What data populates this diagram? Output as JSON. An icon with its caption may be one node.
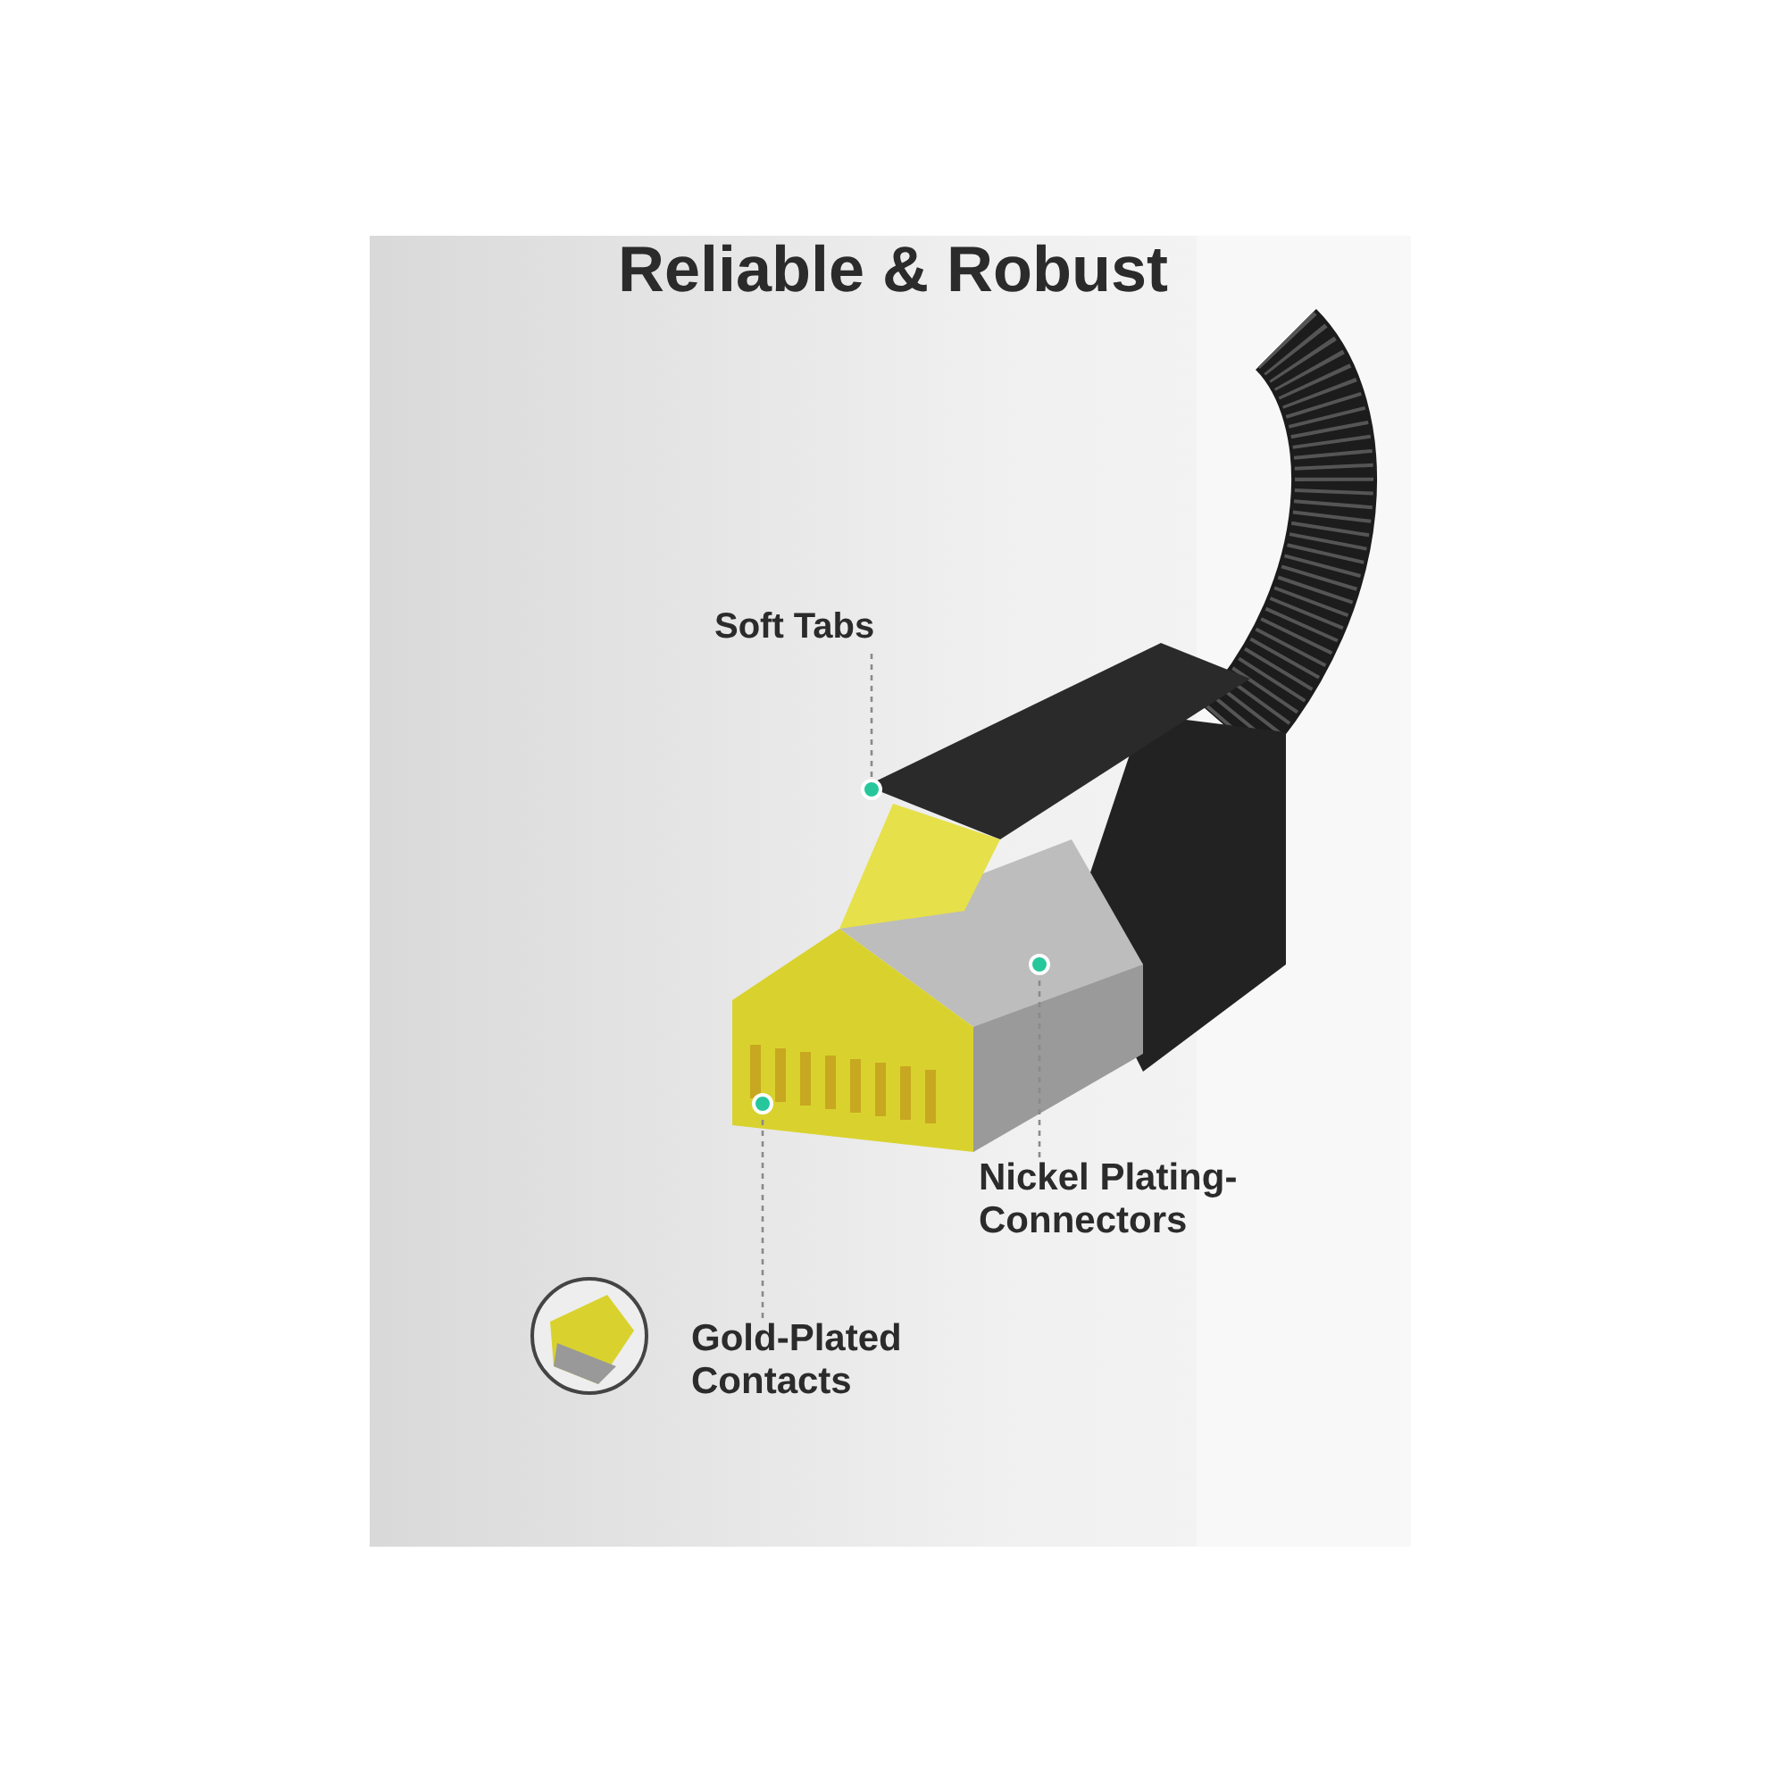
{
  "diagram": {
    "title": "Reliable & Robust",
    "nodes": [
      {
        "text": [
          "Soft Tabs"
        ]
      },
      {
        "text": [],
        "shape": "circle"
      },
      {
        "text": [
          "Nickel Plating-Connectors"
        ]
      },
      {
        "text": [],
        "shape": "circle"
      },
      {
        "text": [
          "Gold-Plated Contacts"
        ]
      },
      {
        "text": [],
        "shape": "circle"
      }
    ],
    "edges": [
      {
        "from": 0,
        "to": 1,
        "arrow": "none",
        "style": "dashed"
      },
      {
        "from": 2,
        "to": 3,
        "arrow": "none",
        "style": "dashed"
      },
      {
        "from": 4,
        "to": 5,
        "arrow": "none",
        "style": "dashed"
      }
    ]
  }
}
